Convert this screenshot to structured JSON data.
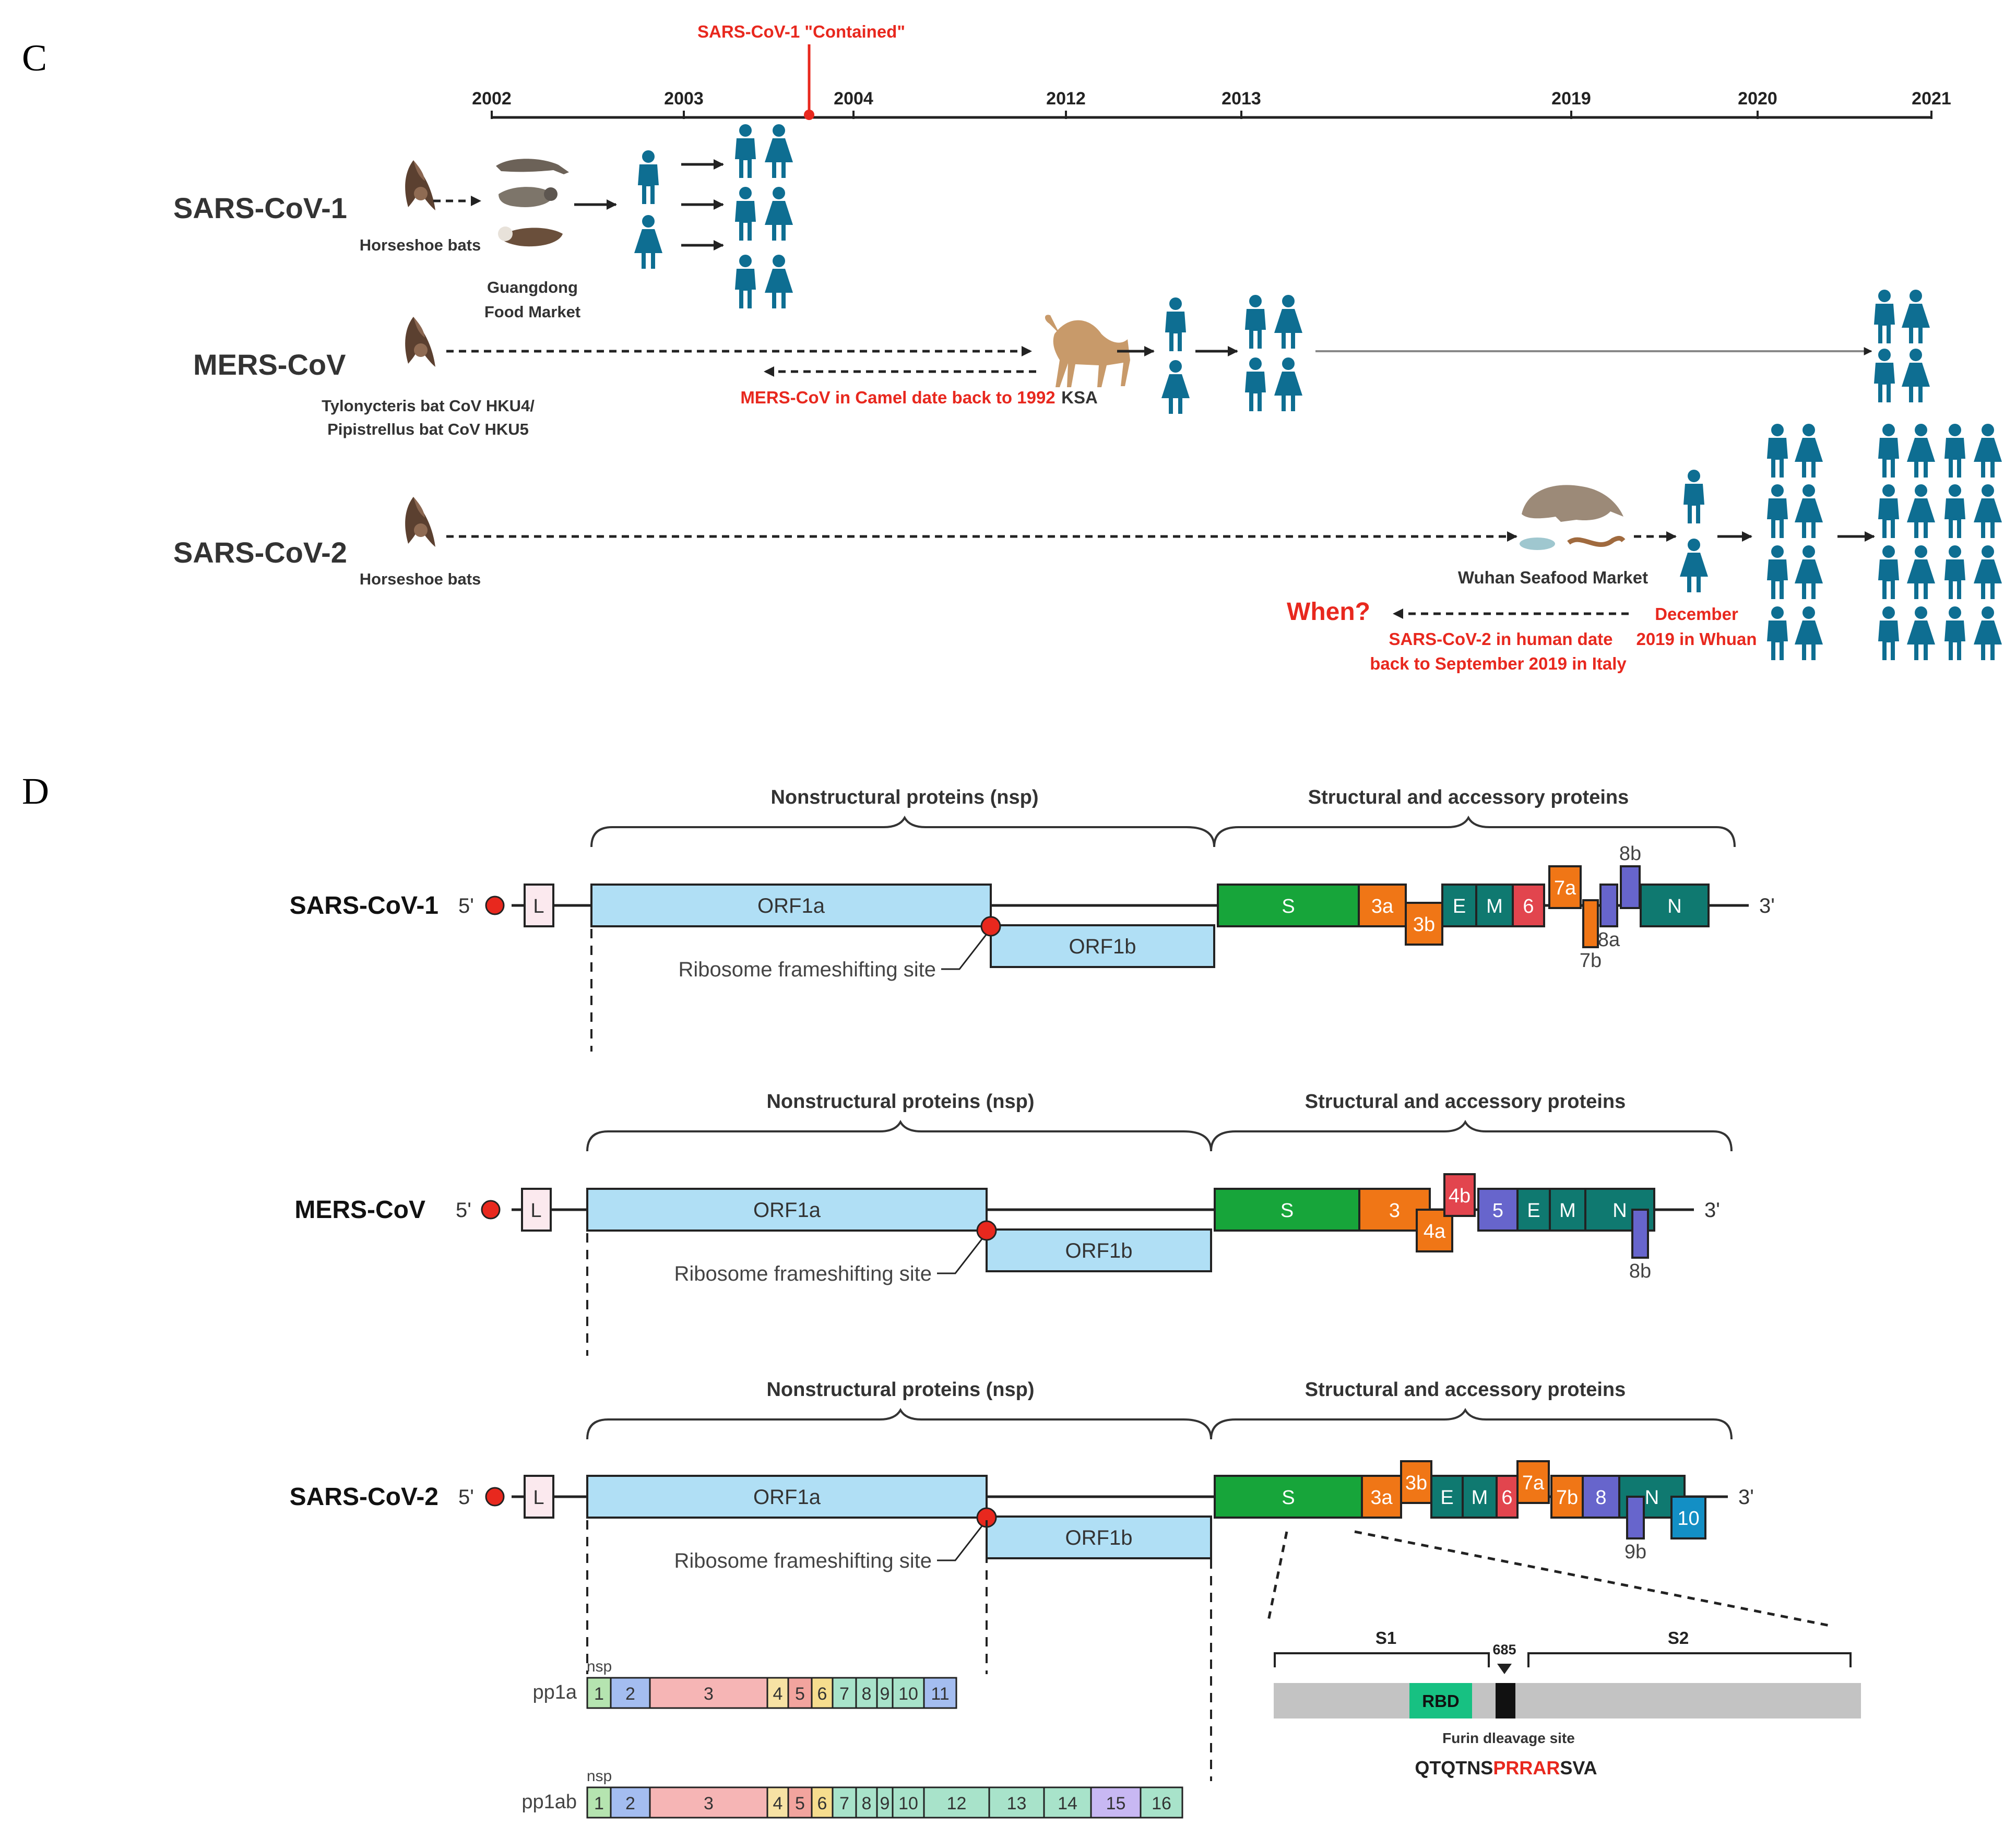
{
  "panel_c": {
    "label": "C",
    "years": [
      "2002",
      "2003",
      "2004",
      "2012",
      "2013",
      "2019",
      "2020",
      "2021"
    ],
    "contained_label": "SARS-CoV-1 \"Contained\"",
    "virus_names": [
      "SARS-CoV-1",
      "MERS-CoV",
      "SARS-CoV-2"
    ],
    "sars1": {
      "bat_label": "Horseshoe bats",
      "market_line1": "Guangdong",
      "market_line2": "Food Market"
    },
    "mers": {
      "bat_line1": "Tylonycteris bat CoV HKU4/",
      "bat_line2": "Pipistrellus bat CoV HKU5",
      "camel_note": "MERS-CoV in Camel date back to 1992",
      "ksa": "KSA"
    },
    "sars2": {
      "bat_label": "Horseshoe bats",
      "market": "Wuhan Seafood Market",
      "when": "When?",
      "italy_line1": "SARS-CoV-2 in human date",
      "italy_line2": "back to September 2019 in Italy",
      "wuhan_line1": "December",
      "wuhan_line2": "2019 in Whuan"
    }
  },
  "panel_d": {
    "label": "D",
    "nsp_header": "Nonstructural proteins (nsp)",
    "struct_header": "Structural and accessory proteins",
    "five_prime": "5'",
    "three_prime": "3'",
    "leader": "L",
    "orf1a": "ORF1a",
    "orf1b": "ORF1b",
    "ribosome": "Ribosome frameshifting site",
    "genomes": [
      {
        "name": "SARS-CoV-1",
        "genes": [
          "S",
          "3a",
          "3b",
          "E",
          "M",
          "6",
          "7a",
          "7b",
          "8a",
          "8b",
          "N"
        ]
      },
      {
        "name": "MERS-CoV",
        "genes": [
          "S",
          "3",
          "4a",
          "4b",
          "5",
          "E",
          "M",
          "N",
          "8b"
        ]
      },
      {
        "name": "SARS-CoV-2",
        "genes": [
          "S",
          "3a",
          "3b",
          "E",
          "M",
          "6",
          "7a",
          "7b",
          "8",
          "9b",
          "N",
          "10"
        ]
      }
    ],
    "pp1a": {
      "label": "pp1a",
      "nsp": "nsp",
      "items": [
        "1",
        "2",
        "3",
        "4",
        "5",
        "6",
        "7",
        "8",
        "9",
        "10",
        "11"
      ]
    },
    "pp1ab": {
      "label": "pp1ab",
      "nsp": "nsp",
      "items": [
        "1",
        "2",
        "3",
        "4",
        "5",
        "6",
        "7",
        "8",
        "9",
        "10",
        "12",
        "13",
        "14",
        "15",
        "16"
      ]
    },
    "spike": {
      "s1": "S1",
      "s2": "S2",
      "pos": "685",
      "rbd": "RBD",
      "furin": "Furin  dleavage site",
      "seq_a": "QTQTNS",
      "seq_b": "PRRAR",
      "seq_c": "SVA"
    }
  },
  "colors": {
    "human": "#0e6e92",
    "red": "#e8281e",
    "orf": "#b0dff5",
    "s_gene": "#17a53a",
    "orange": "#f07616",
    "teal": "#0f7970",
    "red_gene": "#e2454e",
    "purple": "#6765cc",
    "magenta": "#c0399a",
    "blue10": "#138fc5"
  }
}
